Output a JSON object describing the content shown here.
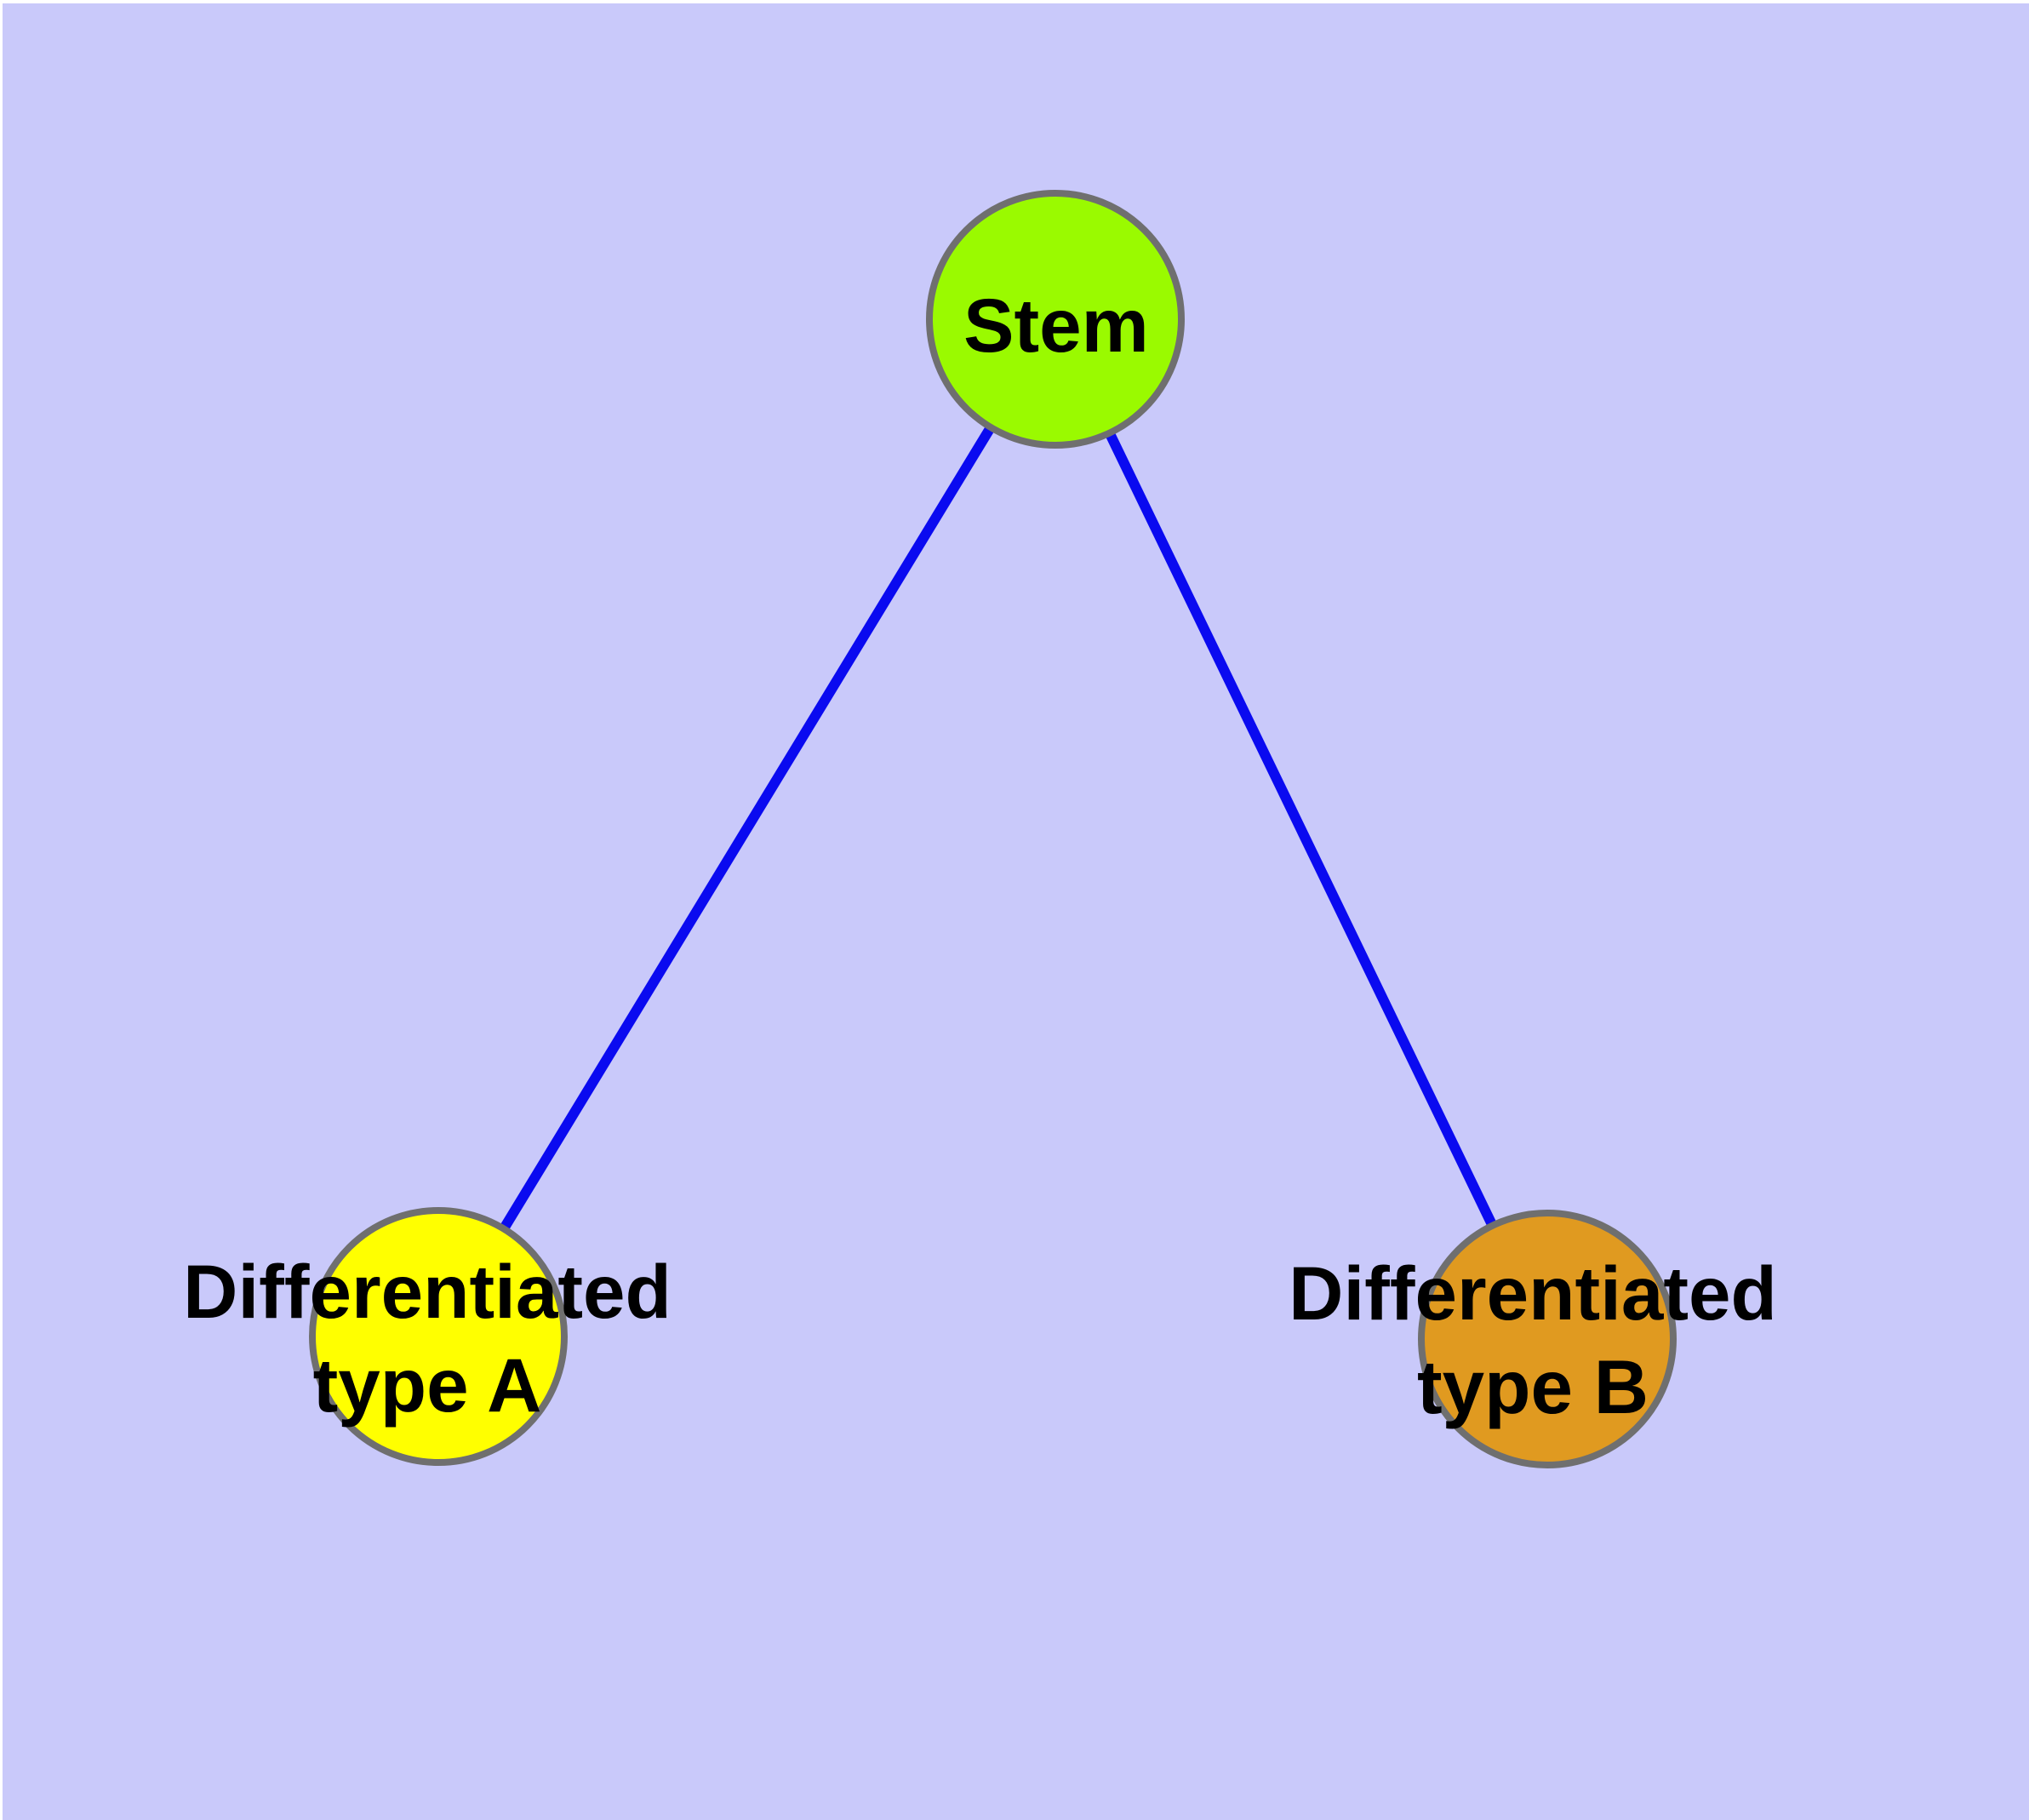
{
  "colors": {
    "background": "#C9C9FA",
    "frame": "#FFFFFF",
    "edge": "#0A0AF0",
    "node_border": "#6F6F6F",
    "label_text": "#000000"
  },
  "nodes": {
    "stem": {
      "label": "Stem",
      "fill": "#9AFA00"
    },
    "type_a": {
      "label_line1": "Differentiated",
      "label_line2": "type A",
      "fill": "#FFFF00"
    },
    "type_b": {
      "label_line1": "Differentiated",
      "label_line2": "type B",
      "fill": "#E09A20"
    }
  },
  "edges": [
    {
      "from": "Stem",
      "to": "Differentiated type A"
    },
    {
      "from": "Stem",
      "to": "Differentiated type B"
    }
  ]
}
